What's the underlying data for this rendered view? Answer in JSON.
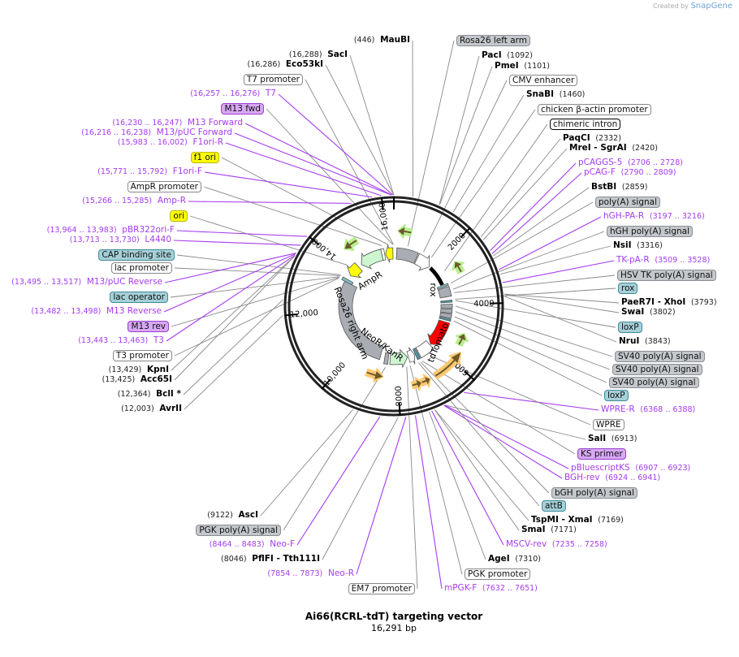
{
  "credit": {
    "prefix": "Created by",
    "brand": "SnapGene"
  },
  "title": "Ai66(RCRL-tdT) targeting vector",
  "length": "16,291 bp",
  "total_bp": 16291,
  "colors": {
    "primer": "#a53bf0",
    "site_line": "#888888",
    "ring": "#222222",
    "tdTomato": "#ff0000",
    "marker_green": "#b8ee8f",
    "marker_orange": "#ffc870"
  },
  "ticks": [
    "2000",
    "4000",
    "6000",
    "8000",
    "10,000",
    "12,000",
    "14,000",
    "16,000"
  ],
  "inner_labels": [
    "AmpR",
    "rox",
    "tdTomato",
    "NeoR/KanR",
    "Rosa26 right arm"
  ],
  "labels": [
    {
      "type": "site",
      "name": "MauBI",
      "pos": "(446)"
    },
    {
      "type": "site",
      "name": "SacI",
      "pos": "(16,288)"
    },
    {
      "type": "site",
      "name": "Eco53kI",
      "pos": "(16,286)"
    },
    {
      "type": "box",
      "style": "white",
      "name": "T7 promoter"
    },
    {
      "type": "primer",
      "name": "T7",
      "pos": "(16,257 .. 16,276)"
    },
    {
      "type": "box",
      "style": "purple",
      "name": "M13 fwd"
    },
    {
      "type": "primer",
      "name": "M13 Forward",
      "pos": "(16,230 .. 16,247)"
    },
    {
      "type": "primer",
      "name": "M13/pUC Forward",
      "pos": "(16,216 .. 16,238)"
    },
    {
      "type": "primer",
      "name": "F1ori-R",
      "pos": "(15,983 .. 16,002)"
    },
    {
      "type": "box",
      "style": "yellow",
      "name": "f1 ori"
    },
    {
      "type": "primer",
      "name": "F1ori-F",
      "pos": "(15,771 .. 15,792)"
    },
    {
      "type": "box",
      "style": "white",
      "name": "AmpR promoter"
    },
    {
      "type": "primer",
      "name": "Amp-R",
      "pos": "(15,266 .. 15,285)"
    },
    {
      "type": "box",
      "style": "yellow",
      "name": "ori"
    },
    {
      "type": "primer",
      "name": "pBR322ori-F",
      "pos": "(13,964 .. 13,983)"
    },
    {
      "type": "primer",
      "name": "L4440",
      "pos": "(13,713 .. 13,730)"
    },
    {
      "type": "box",
      "style": "blue",
      "name": "CAP binding site"
    },
    {
      "type": "box",
      "style": "white",
      "name": "lac promoter"
    },
    {
      "type": "primer",
      "name": "M13/pUC Reverse",
      "pos": "(13,495 .. 13,517)"
    },
    {
      "type": "box",
      "style": "blue",
      "name": "lac operator"
    },
    {
      "type": "primer",
      "name": "M13 Reverse",
      "pos": "(13,482 .. 13,498)"
    },
    {
      "type": "box",
      "style": "purple",
      "name": "M13 rev"
    },
    {
      "type": "primer",
      "name": "T3",
      "pos": "(13,443 .. 13,463)"
    },
    {
      "type": "box",
      "style": "white",
      "name": "T3 promoter"
    },
    {
      "type": "site",
      "name": "KpnI",
      "pos": "(13,429)"
    },
    {
      "type": "site",
      "name": "Acc65I",
      "pos": "(13,425)"
    },
    {
      "type": "site",
      "name": "BclI *",
      "pos": "(12,364)"
    },
    {
      "type": "site",
      "name": "AvrII",
      "pos": "(12,003)"
    },
    {
      "type": "site",
      "name": "AscI",
      "pos": "(9122)"
    },
    {
      "type": "box",
      "style": "grey",
      "name": "PGK poly(A) signal"
    },
    {
      "type": "primer",
      "name": "Neo-F",
      "pos": "(8464 .. 8483)"
    },
    {
      "type": "site",
      "name": "PflFI   - Tth111I",
      "pos": "(8046)"
    },
    {
      "type": "primer",
      "name": "Neo-R",
      "pos": "(7854 .. 7873)"
    },
    {
      "type": "box",
      "style": "white",
      "name": "EM7 promoter"
    },
    {
      "type": "box",
      "style": "grey",
      "name": "Rosa26 left arm"
    },
    {
      "type": "site",
      "name": "PacI",
      "pos": "(1092)"
    },
    {
      "type": "site",
      "name": "PmeI",
      "pos": "(1101)"
    },
    {
      "type": "box",
      "style": "white",
      "name": "CMV enhancer"
    },
    {
      "type": "site",
      "name": "SnaBI",
      "pos": "(1460)"
    },
    {
      "type": "box",
      "style": "white",
      "name": "chicken β-actin promoter"
    },
    {
      "type": "box",
      "style": "dark",
      "name": "chimeric intron"
    },
    {
      "type": "site",
      "name": "PaqCI",
      "pos": "(2332)"
    },
    {
      "type": "site",
      "name": "MreI  - SgrAI",
      "pos": "(2420)"
    },
    {
      "type": "primer",
      "name": "pCAGGS-5",
      "pos": "(2706 .. 2728)"
    },
    {
      "type": "primer",
      "name": "pCAG-F",
      "pos": "(2790 .. 2809)"
    },
    {
      "type": "site",
      "name": "BstBI",
      "pos": "(2859)"
    },
    {
      "type": "box",
      "style": "grey",
      "name": "poly(A) signal"
    },
    {
      "type": "primer",
      "name": "hGH-PA-R",
      "pos": "(3197 .. 3216)"
    },
    {
      "type": "box",
      "style": "grey",
      "name": "hGH poly(A) signal"
    },
    {
      "type": "site",
      "name": "NsiI",
      "pos": "(3316)"
    },
    {
      "type": "primer",
      "name": "TK-pA-R",
      "pos": "(3509 .. 3528)"
    },
    {
      "type": "box",
      "style": "grey",
      "name": "HSV TK poly(A) signal"
    },
    {
      "type": "box",
      "style": "blue",
      "name": "rox"
    },
    {
      "type": "site",
      "name": "PaeR7I   - XhoI",
      "pos": "(3793)"
    },
    {
      "type": "site",
      "name": "SwaI",
      "pos": "(3802)"
    },
    {
      "type": "box",
      "style": "blue",
      "name": "loxP"
    },
    {
      "type": "site",
      "name": "NruI",
      "pos": "(3843)"
    },
    {
      "type": "box",
      "style": "grey",
      "name": "SV40 poly(A) signal"
    },
    {
      "type": "box",
      "style": "grey",
      "name": "SV40 poly(A) signal"
    },
    {
      "type": "box",
      "style": "grey",
      "name": "SV40 poly(A) signal"
    },
    {
      "type": "box",
      "style": "blue",
      "name": "loxP"
    },
    {
      "type": "primer",
      "name": "WPRE-R",
      "pos": "(6368 .. 6388)"
    },
    {
      "type": "box",
      "style": "white",
      "name": "WPRE"
    },
    {
      "type": "site",
      "name": "SalI",
      "pos": "(6913)"
    },
    {
      "type": "box",
      "style": "purple",
      "name": "KS primer"
    },
    {
      "type": "primer",
      "name": "pBluescriptKS",
      "pos": "(6907 .. 6923)"
    },
    {
      "type": "primer",
      "name": "BGH-rev",
      "pos": "(6924 .. 6941)"
    },
    {
      "type": "box",
      "style": "grey",
      "name": "bGH poly(A) signal"
    },
    {
      "type": "box",
      "style": "blue",
      "name": "attB"
    },
    {
      "type": "site",
      "name": "TspMI   - XmaI",
      "pos": "(7169)"
    },
    {
      "type": "site",
      "name": "SmaI",
      "pos": "(7171)"
    },
    {
      "type": "primer",
      "name": "MSCV-rev",
      "pos": "(7235 .. 7258)"
    },
    {
      "type": "site",
      "name": "AgeI",
      "pos": "(7310)"
    },
    {
      "type": "box",
      "style": "white",
      "name": "PGK promoter"
    },
    {
      "type": "primer",
      "name": "mPGK-F",
      "pos": "(7632 .. 7651)"
    }
  ],
  "features": [
    {
      "start": 136,
      "end": 1131,
      "color": "#a9adb3",
      "dir": "none"
    },
    {
      "start": 1177,
      "end": 1900,
      "color": "#ffffff",
      "dir": "cw"
    },
    {
      "start": 1991,
      "end": 2987,
      "color": "#000000",
      "dir": "none",
      "thin": true
    },
    {
      "start": 3032,
      "end": 3122,
      "color": "#7fbfcc",
      "dir": "none"
    },
    {
      "start": 3168,
      "end": 3620,
      "color": "#a9adb3",
      "dir": "none"
    },
    {
      "start": 3801,
      "end": 3892,
      "color": "#4f98a8",
      "dir": "none"
    },
    {
      "start": 3982,
      "end": 4163,
      "color": "#a9adb3",
      "dir": "none"
    },
    {
      "start": 4208,
      "end": 4389,
      "color": "#a9adb3",
      "dir": "none"
    },
    {
      "start": 4434,
      "end": 4616,
      "color": "#a9adb3",
      "dir": "none"
    },
    {
      "start": 4661,
      "end": 4751,
      "color": "#4f98a8",
      "dir": "none"
    },
    {
      "start": 4842,
      "end": 6154,
      "color": "#ff0000",
      "dir": "cw"
    },
    {
      "start": 6200,
      "end": 6878,
      "color": "#ffffff",
      "dir": "none"
    },
    {
      "start": 6923,
      "end": 7059,
      "color": "#4f98a8",
      "dir": "none"
    },
    {
      "start": 7104,
      "end": 7421,
      "color": "#ffffff",
      "dir": "ccw"
    },
    {
      "start": 7466,
      "end": 8326,
      "color": "#ccf5d0",
      "dir": "ccw"
    },
    {
      "start": 8417,
      "end": 8598,
      "color": "#a9adb3",
      "dir": "none"
    },
    {
      "start": 8824,
      "end": 13439,
      "color": "#a9adb3",
      "dir": "none",
      "wide": true
    },
    {
      "start": 13439,
      "end": 13575,
      "color": "#7fbfcc",
      "dir": "none"
    },
    {
      "start": 13801,
      "end": 14390,
      "color": "#ffff00",
      "dir": "ccw"
    },
    {
      "start": 14571,
      "end": 15702,
      "color": "#ccf5d0",
      "dir": "ccw"
    },
    {
      "start": 15702,
      "end": 15838,
      "color": "#ffffff",
      "dir": "none"
    },
    {
      "start": 15883,
      "end": 16245,
      "color": "#ffff00",
      "dir": "ccw"
    }
  ],
  "markers": [
    {
      "start": 150,
      "end": 600,
      "kind": "green"
    },
    {
      "start": 14450,
      "end": 14950,
      "kind": "green"
    },
    {
      "start": 2450,
      "end": 2850,
      "kind": "green"
    },
    {
      "start": 5050,
      "end": 5450,
      "kind": "green"
    },
    {
      "start": 5650,
      "end": 6750,
      "kind": "orange"
    },
    {
      "start": 6950,
      "end": 7250,
      "kind": "orange"
    },
    {
      "start": 7250,
      "end": 7550,
      "kind": "orange"
    },
    {
      "start": 8550,
      "end": 9150,
      "kind": "orange"
    }
  ]
}
